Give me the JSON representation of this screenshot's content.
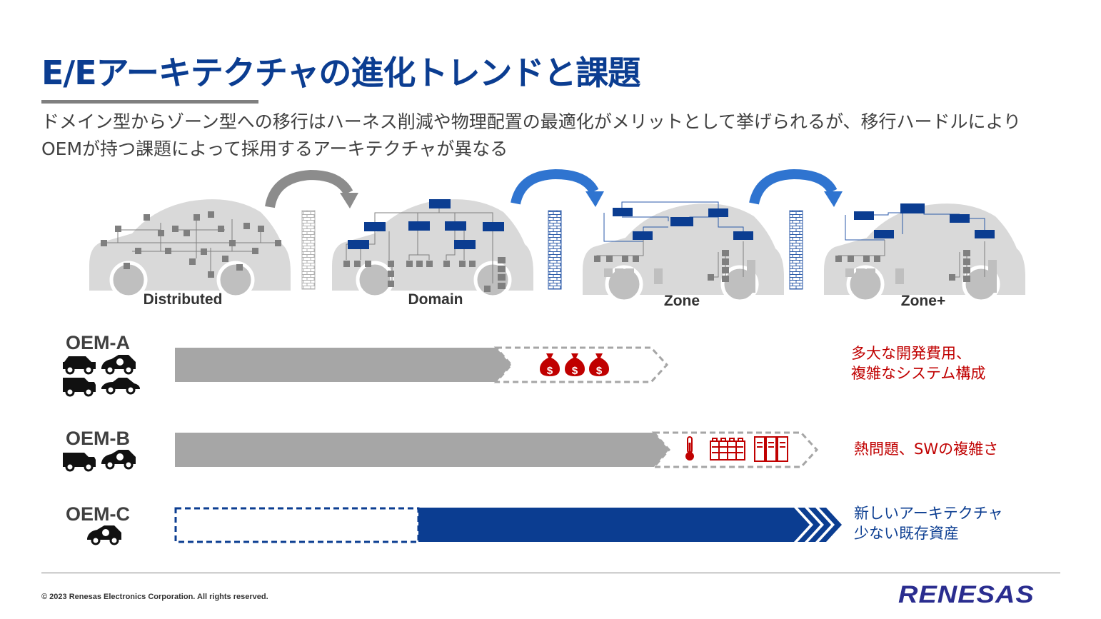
{
  "title": "E/Eアーキテクチャの進化トレンドと課題",
  "subtitle_lines": [
    "ドメイン型からゾーン型への移行はハーネス削減や物理配置の最適化がメリットとして挙げられるが、移行ハードルにより",
    "OEMが持つ課題によって採用するアーキテクチャが異なる"
  ],
  "stages": [
    {
      "label": "Distributed",
      "icon": "car-distributed-network-icon"
    },
    {
      "label": "Domain",
      "icon": "car-domain-network-icon"
    },
    {
      "label": "Zone",
      "icon": "car-zone-network-icon"
    },
    {
      "label": "Zone+",
      "icon": "car-zone-plus-network-icon"
    }
  ],
  "oems": [
    {
      "label": "OEM-A",
      "issue_lines": [
        "多大な開発費用、",
        "複雑なシステム構成"
      ],
      "icons": [
        "money-bag-icon",
        "money-bag-icon",
        "money-bag-icon"
      ]
    },
    {
      "label": "OEM-B",
      "issue_lines": [
        "熱問題、SWの複雑さ"
      ],
      "icons": [
        "thermometer-icon",
        "battery-pack-icon",
        "server-icon"
      ]
    },
    {
      "label": "OEM-C",
      "issue_lines": [
        "新しいアーキテクチャ",
        "少ない既存資産"
      ],
      "icons": []
    }
  ],
  "colors": {
    "brand": "#0b3d91",
    "gray": "#a6a6a6",
    "alert": "#c00000"
  },
  "footer": {
    "copyright": "© 2023 Renesas Electronics Corporation. All rights reserved.",
    "logo": "RENESAS"
  }
}
